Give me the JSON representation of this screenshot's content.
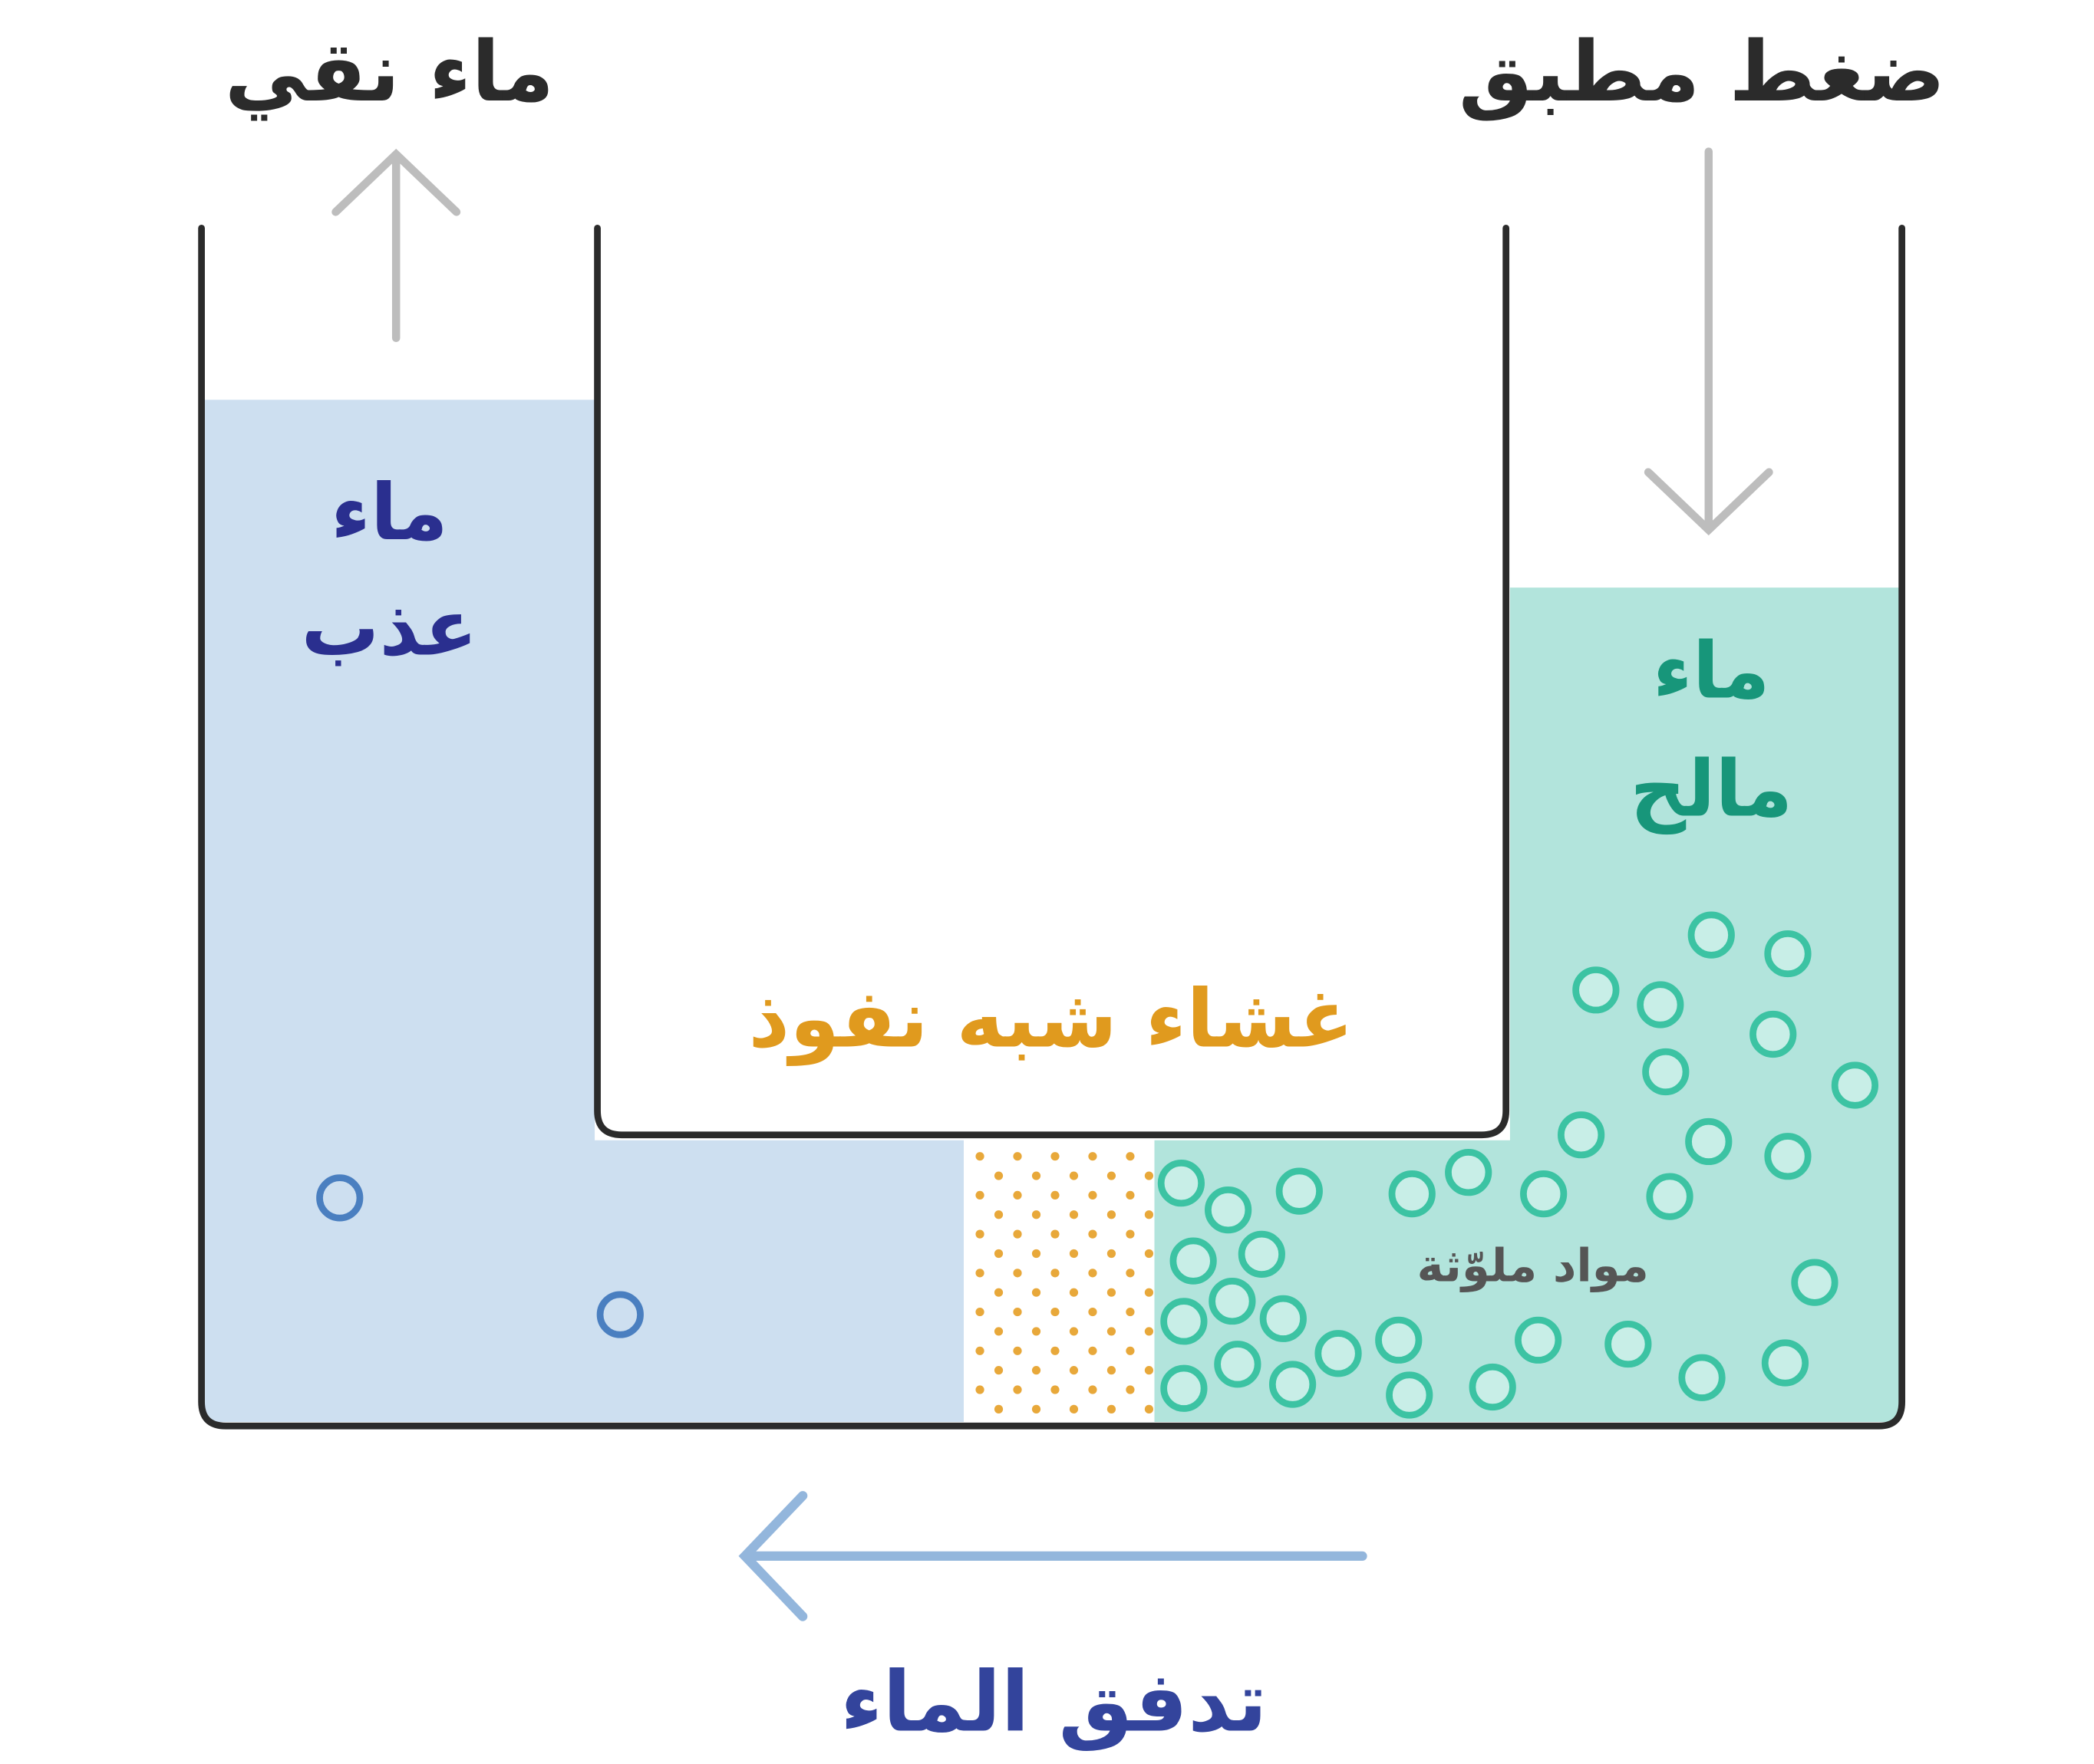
{
  "labels": {
    "pure_water": "ماء نقي",
    "applied_pressure": "ضغط مطبق",
    "fresh_water_line1": "ماء",
    "fresh_water_line2": "عذب",
    "salt_water_line1": "ماء",
    "salt_water_line2": "مالح",
    "membrane": "غشاء شبه نفوذ",
    "contaminants": "مواد ملوّثة",
    "water_flow": "تدفق الماء"
  },
  "colors": {
    "fresh_water": "#cddff0",
    "salt_water": "#b2e4dc",
    "fresh_text": "#2a2f8f",
    "salt_text": "#17967a",
    "membrane_text": "#e09a1e",
    "flow_text": "#33449c",
    "dark_text": "#2b2b2b",
    "particle": "#3cc3a3",
    "fresh_particle": "#4a7fc0",
    "flow_arrow": "#93b6dc",
    "pressure_arrow": "#bdbdbd"
  }
}
